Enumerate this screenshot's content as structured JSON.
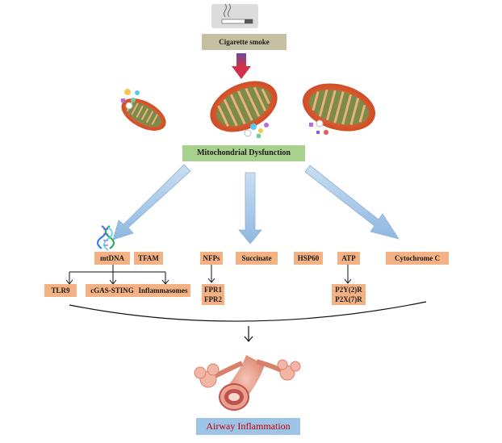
{
  "source": "Cigarette smoke",
  "hub": "Mitochondrial Dysfunction",
  "outcome": "Airway Inflammation",
  "damps": {
    "mtdna": "mtDNA",
    "tfam": "TFAM",
    "nfps": "NFPs",
    "succinate": "Succinate",
    "hsp60": "HSP60",
    "atp": "ATP",
    "cytochrome_c": "Cytochrome C"
  },
  "receptors": {
    "tlr9": "TLR9",
    "cgas_sting": "cGAS-STING",
    "inflammasomes": "Inflammasomes",
    "fpr1": "FPR1",
    "fpr2": "FPR2",
    "p2y2r": "P2Y(2)R",
    "p2x7r": "P2X(7)R"
  },
  "colors": {
    "label_box": "#f4b183",
    "smoke_box": "#c5c0a4",
    "hub_box": "#a9d18e",
    "outcome_box": "#9dc3e6",
    "outcome_text": "#c00000",
    "big_arrow": "#9dc3e6",
    "source_arrow": "#c0395a"
  },
  "icons": [
    "cigarette-icon",
    "mitochondrion-icon",
    "dna-helix-icon",
    "lung-airway-icon"
  ]
}
